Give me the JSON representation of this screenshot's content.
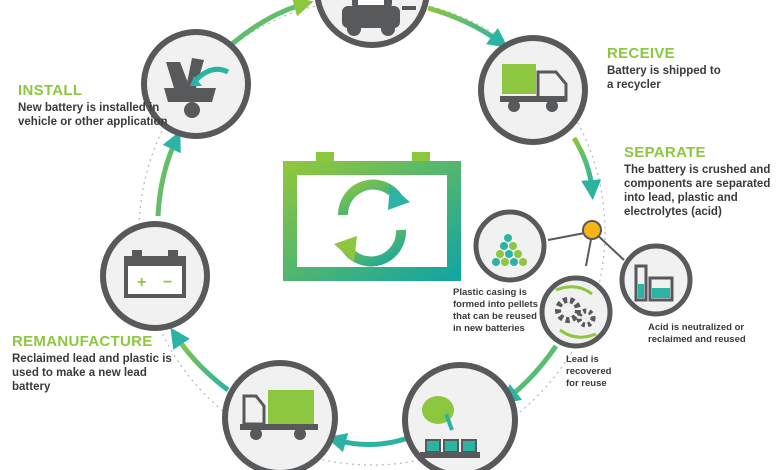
{
  "colors": {
    "green": "#8dc63f",
    "teal": "#2bb3a3",
    "gray": "#58595b",
    "lightgray": "#f1f1f1",
    "yellow": "#fbb416"
  },
  "stages": {
    "install": {
      "title": "INSTALL",
      "description": "New battery is installed in vehicle or other application"
    },
    "receive": {
      "title": "RECEIVE",
      "description": "Battery is shipped to a recycler"
    },
    "separate": {
      "title": "SEPARATE",
      "description": "The battery is crushed and components are separated into lead, plastic and electrolytes (acid)"
    },
    "remanufacture": {
      "title": "REMANUFACTURE",
      "description": "Reclaimed lead and plastic is used to make a new lead battery"
    }
  },
  "components": {
    "plastic": "Plastic casing is formed into pellets that can be reused in new batteries",
    "lead": "Lead is recovered for reuse",
    "acid": "Acid is neutralized or reclaimed and reused"
  },
  "battery_signs": {
    "plus": "+",
    "minus": "−"
  },
  "icons": [
    "car-icon",
    "truck-icon",
    "smelter-icon",
    "battery-truck-icon",
    "battery-icon",
    "install-hood-icon",
    "pellets-icon",
    "gears-icon",
    "beaker-icon",
    "recycle-battery-icon"
  ]
}
